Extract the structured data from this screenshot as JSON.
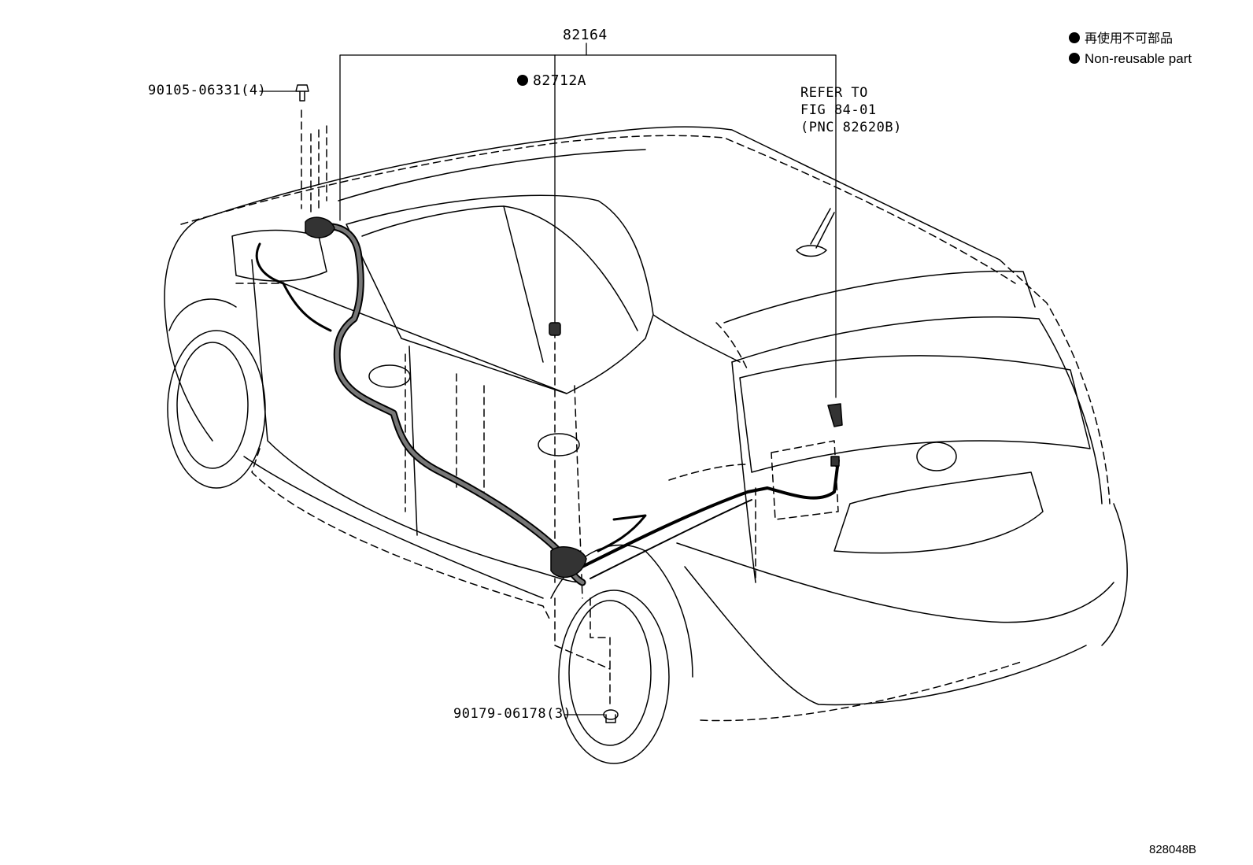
{
  "legend": {
    "marker_icon": "filled-circle-icon",
    "line_ja": "再使用不可部品",
    "line_en": "Non-reusable part"
  },
  "callouts": {
    "main_harness": "82164",
    "non_reusable_part": "82712A",
    "bolt": "90105-06331(4)",
    "clip": "90179-06178(3)",
    "refer_line1": "REFER TO",
    "refer_line2": "FIG 84-01",
    "refer_line3": "(PNC 82620B)"
  },
  "figure_id": "828048B",
  "colors": {
    "ink": "#000000",
    "paper": "#ffffff",
    "harness": "#555555"
  }
}
